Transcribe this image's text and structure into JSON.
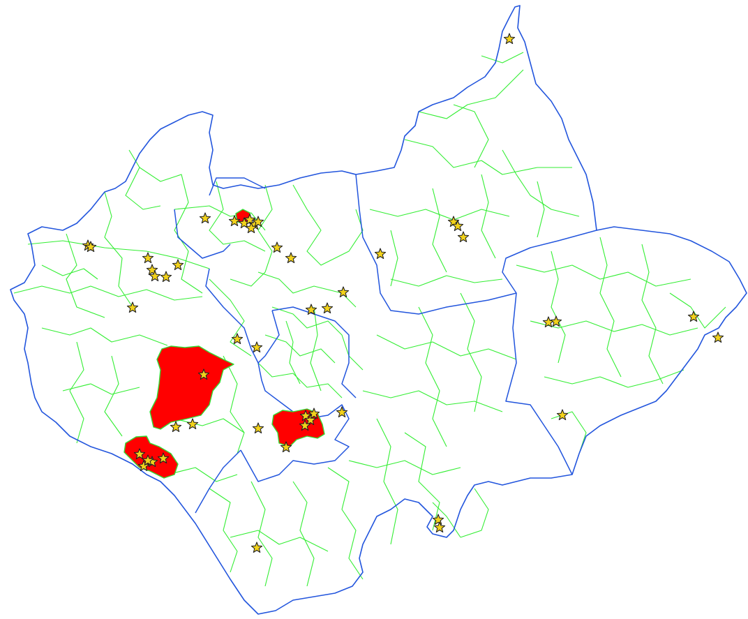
{
  "map": {
    "colors": {
      "county_boundary": "#2255dd",
      "district_boundary": "#2255dd",
      "ward_boundary": "#33ee33",
      "highlighted_area": "#ff0000",
      "marker_fill": "#f2d21b",
      "marker_stroke": "#222222",
      "background": "#ffffff"
    },
    "layers": [
      "county-boundary",
      "district-boundaries",
      "ward-boundaries",
      "highlighted-areas",
      "star-markers"
    ],
    "marker_icon": "star-icon",
    "highlighted_area_count": 4
  }
}
